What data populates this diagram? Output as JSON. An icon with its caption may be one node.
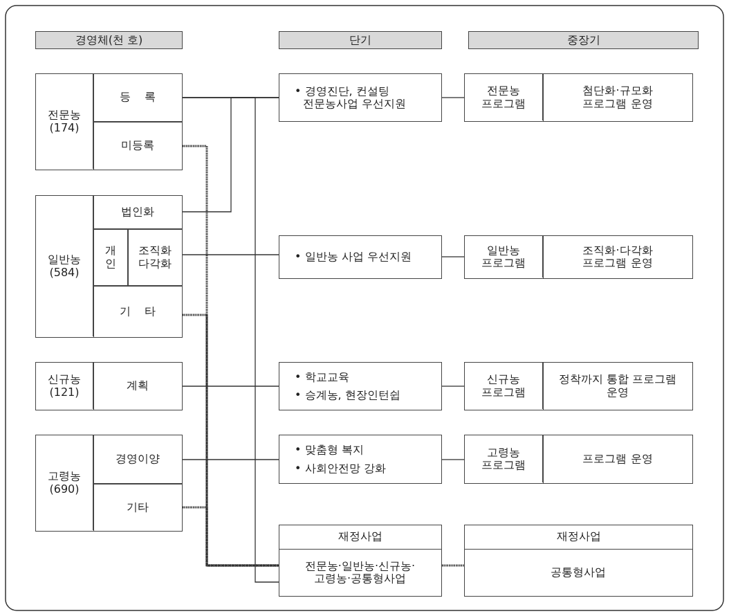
{
  "diagram": {
    "nodes": [
      {
        "text": [
          "경영체(천 호)"
        ]
      },
      {
        "text": [
          "단기"
        ]
      },
      {
        "text": [
          "중장기"
        ]
      },
      {
        "text": [
          "전문농 (174)"
        ]
      },
      {
        "text": [
          "등 록"
        ],
        "in": 3
      },
      {
        "text": [
          "미등록"
        ],
        "in": 3
      },
      {
        "text": [
          "일반농 (584)"
        ]
      },
      {
        "text": [
          "법인화"
        ],
        "in": 6
      },
      {
        "text": [
          "개인"
        ],
        "in": 6
      },
      {
        "text": [
          "조직화 다각화"
        ],
        "in": 6
      },
      {
        "text": [
          "기 타"
        ],
        "in": 6
      },
      {
        "text": [
          "신규농 (121)"
        ]
      },
      {
        "text": [
          "계획"
        ],
        "in": 11
      },
      {
        "text": [
          "고령농 (690)"
        ]
      },
      {
        "text": [
          "경영이양"
        ],
        "in": 13
      },
      {
        "text": [
          "기타"
        ],
        "in": 13
      },
      {
        "text": [
          "• 경영진단, 컨설팅 전문농사업 우선지원"
        ]
      },
      {
        "text": [
          "• 일반농 사업 우선지원"
        ]
      },
      {
        "text": [
          "• 학교교육",
          "• 승계농, 현장인턴쉽"
        ]
      },
      {
        "text": [
          "• 맞춤형 복지",
          "• 사회안전망 강화"
        ]
      },
      {
        "text": [
          "재정사업"
        ]
      },
      {
        "text": [
          "전문농·일반농·신규농· 고령농·공통형사업"
        ],
        "in": 20
      },
      {
        "text": [
          "전문농 프로그램"
        ]
      },
      {
        "text": [
          "첨단화·규모화 프로그램 운영"
        ],
        "in": 22
      },
      {
        "text": [
          "일반농 프로그램"
        ]
      },
      {
        "text": [
          "조직화·다각화 프로그램 운영"
        ],
        "in": 24
      },
      {
        "text": [
          "신규농 프로그램"
        ]
      },
      {
        "text": [
          "정착까지 통합 프로그램 운영"
        ],
        "in": 26
      },
      {
        "text": [
          "고령농 프로그램"
        ]
      },
      {
        "text": [
          "프로그램 운영"
        ],
        "in": 28
      },
      {
        "text": [
          "재정사업"
        ]
      },
      {
        "text": [
          "공통형사업"
        ],
        "in": 30
      }
    ],
    "edges": [
      {
        "from": 4,
        "to": 16,
        "arrow": "none"
      },
      {
        "from": 7,
        "to": 16,
        "arrow": "none"
      },
      {
        "from": 4,
        "to": 21,
        "arrow": "none"
      },
      {
        "from": 9,
        "to": 17,
        "arrow": "none"
      },
      {
        "from": 12,
        "to": 18,
        "arrow": "none"
      },
      {
        "from": 14,
        "to": 19,
        "arrow": "none"
      },
      {
        "from": 5,
        "to": 21,
        "arrow": "none",
        "style": "dashed"
      },
      {
        "from": 10,
        "to": 21,
        "arrow": "none",
        "style": "dashed"
      },
      {
        "from": 15,
        "to": 21,
        "arrow": "none",
        "style": "dashed"
      },
      {
        "from": 16,
        "to": 22,
        "arrow": "none"
      },
      {
        "from": 17,
        "to": 24,
        "arrow": "none"
      },
      {
        "from": 18,
        "to": 26,
        "arrow": "none"
      },
      {
        "from": 19,
        "to": 28,
        "arrow": "none"
      },
      {
        "from": 21,
        "to": 31,
        "arrow": "none",
        "style": "dashed"
      }
    ]
  }
}
